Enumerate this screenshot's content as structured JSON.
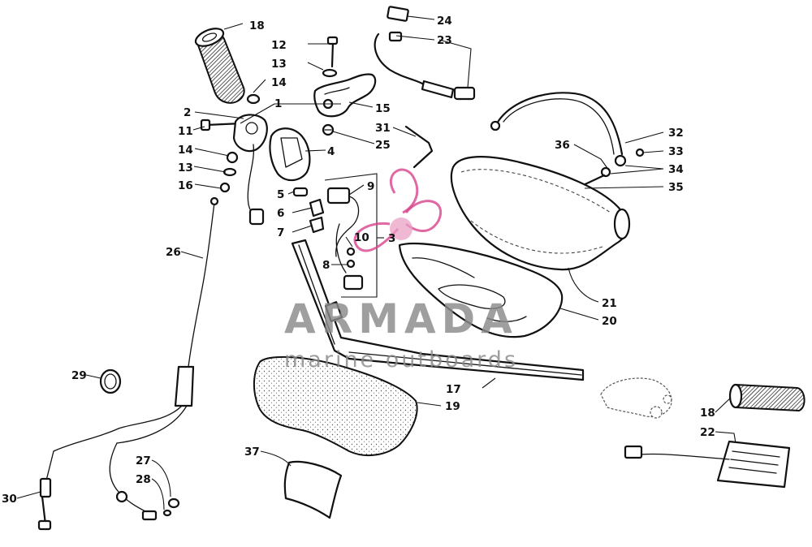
{
  "watermark": {
    "brand": "ARMADA",
    "tagline": "marine outboards",
    "colors": {
      "text": "#8a8a8a",
      "logo": "#d8428c"
    }
  },
  "callouts": {
    "c1": "1",
    "c2": "2",
    "c3": "3",
    "c4": "4",
    "c5": "5",
    "c6": "6",
    "c7": "7",
    "c8": "8",
    "c9": "9",
    "c10": "10",
    "c11": "11",
    "c12": "12",
    "c13a": "13",
    "c13b": "13",
    "c14a": "14",
    "c14b": "14",
    "c15": "15",
    "c16": "16",
    "c17": "17",
    "c18a": "18",
    "c18b": "18",
    "c19": "19",
    "c20": "20",
    "c21": "21",
    "c22": "22",
    "c23": "23",
    "c24": "24",
    "c25": "25",
    "c26": "26",
    "c27": "27",
    "c28": "28",
    "c29": "29",
    "c30": "30",
    "c31": "31",
    "c32": "32",
    "c33": "33",
    "c34": "34",
    "c35": "35",
    "c36": "36",
    "c37": "37"
  }
}
